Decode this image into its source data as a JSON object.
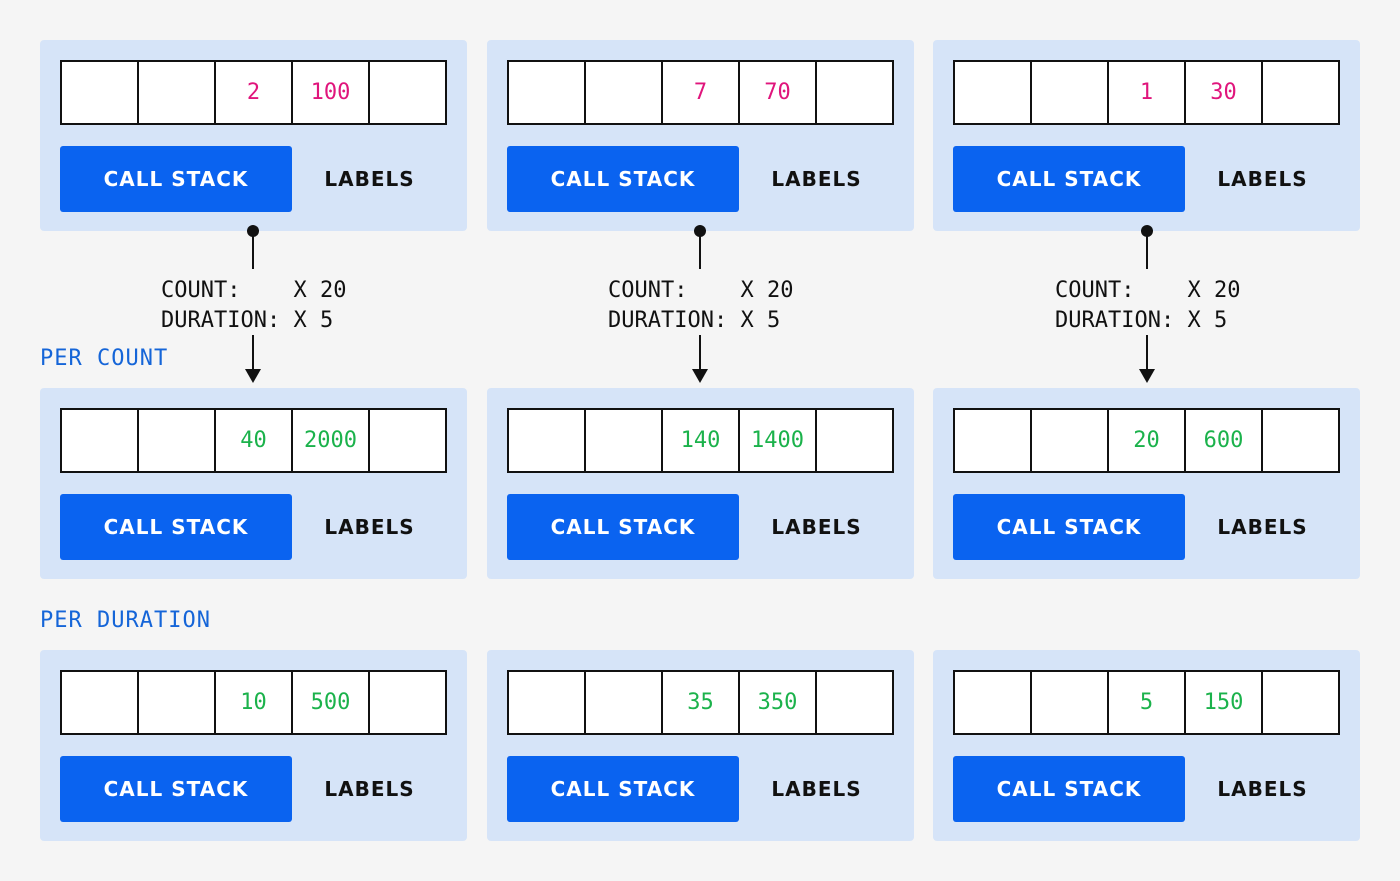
{
  "sections": {
    "per_count": "PER COUNT",
    "per_duration": "PER DURATION"
  },
  "connector": {
    "count_label": "COUNT:",
    "count_value": "X 20",
    "duration_label": "DURATION:",
    "duration_value": "X 5"
  },
  "button_label": "CALL STACK",
  "labels_text": "LABELS",
  "rows": {
    "top": [
      {
        "a": "2",
        "b": "100"
      },
      {
        "a": "7",
        "b": "70"
      },
      {
        "a": "1",
        "b": "30"
      }
    ],
    "mid": [
      {
        "a": "40",
        "b": "2000"
      },
      {
        "a": "140",
        "b": "1400"
      },
      {
        "a": "20",
        "b": "600"
      }
    ],
    "bot": [
      {
        "a": "10",
        "b": "500"
      },
      {
        "a": "35",
        "b": "350"
      },
      {
        "a": "5",
        "b": "150"
      }
    ]
  },
  "colors": {
    "original_value": "#e0157c",
    "scaled_value": "#1bb24b",
    "button": "#0a63f0",
    "panel": "#d6e4f8",
    "section_label": "#1565d8"
  }
}
